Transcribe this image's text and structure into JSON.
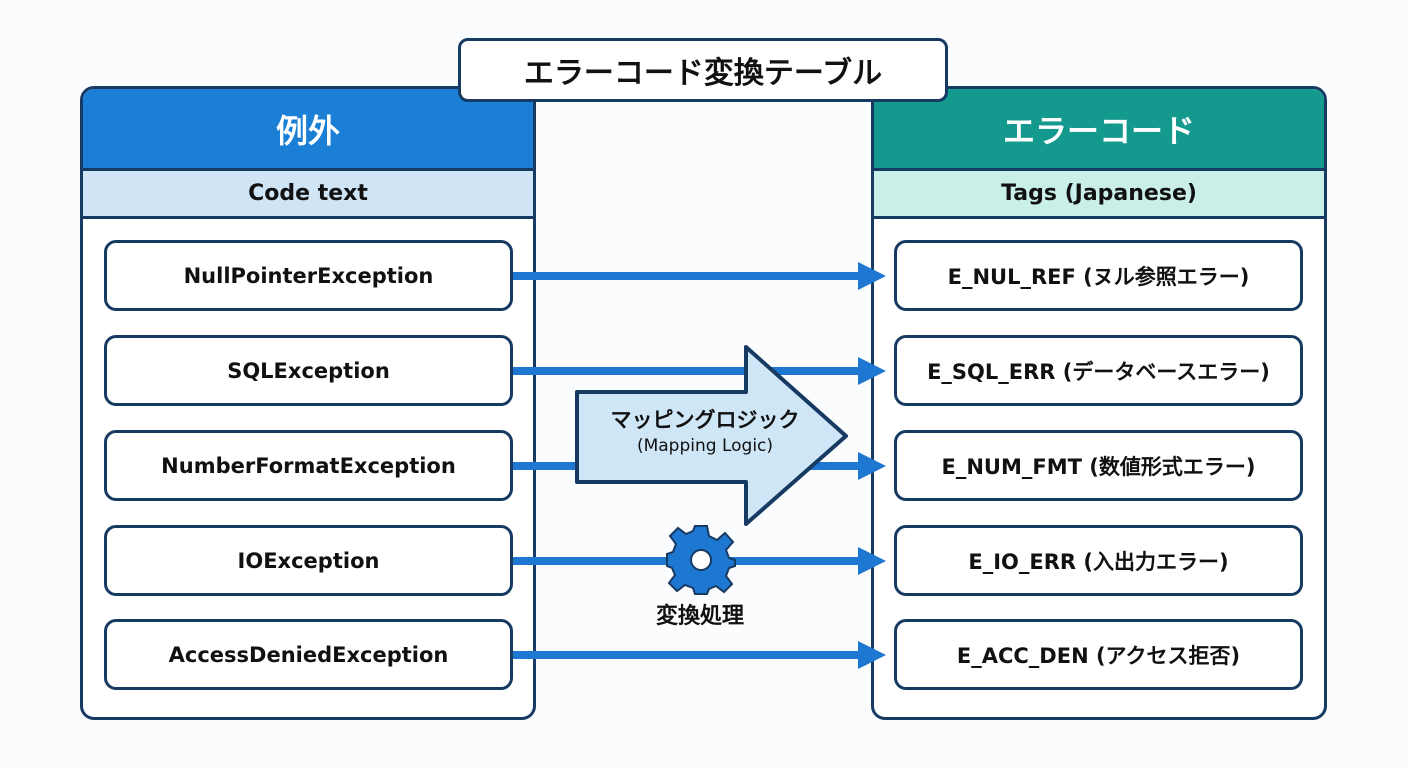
{
  "title": "エラーコード変換テーブル",
  "left_panel": {
    "header": "例外",
    "subheader": "Code text",
    "items": [
      "NullPointerException",
      "SQLException",
      "NumberFormatException",
      "IOException",
      "AccessDeniedException"
    ]
  },
  "right_panel": {
    "header": "エラーコード",
    "subheader": "Tags (Japanese)",
    "items": [
      "E_NUL_REF (ヌル参照エラー)",
      "E_SQL_ERR (データベースエラー)",
      "E_NUM_FMT (数値形式エラー)",
      "E_IO_ERR (入出力エラー)",
      "E_ACC_DEN (アクセス拒否)"
    ]
  },
  "mapping": {
    "label_jp": "マッピングロジック",
    "label_en": "(Mapping Logic)"
  },
  "process": {
    "label": "変換処理",
    "icon": "gear-icon"
  },
  "colors": {
    "left_header": "#1b7fd6",
    "right_header": "#14998f",
    "arrow": "#1e78d2",
    "border": "#173a63",
    "mapping_arrow": "#cfe6f7"
  }
}
